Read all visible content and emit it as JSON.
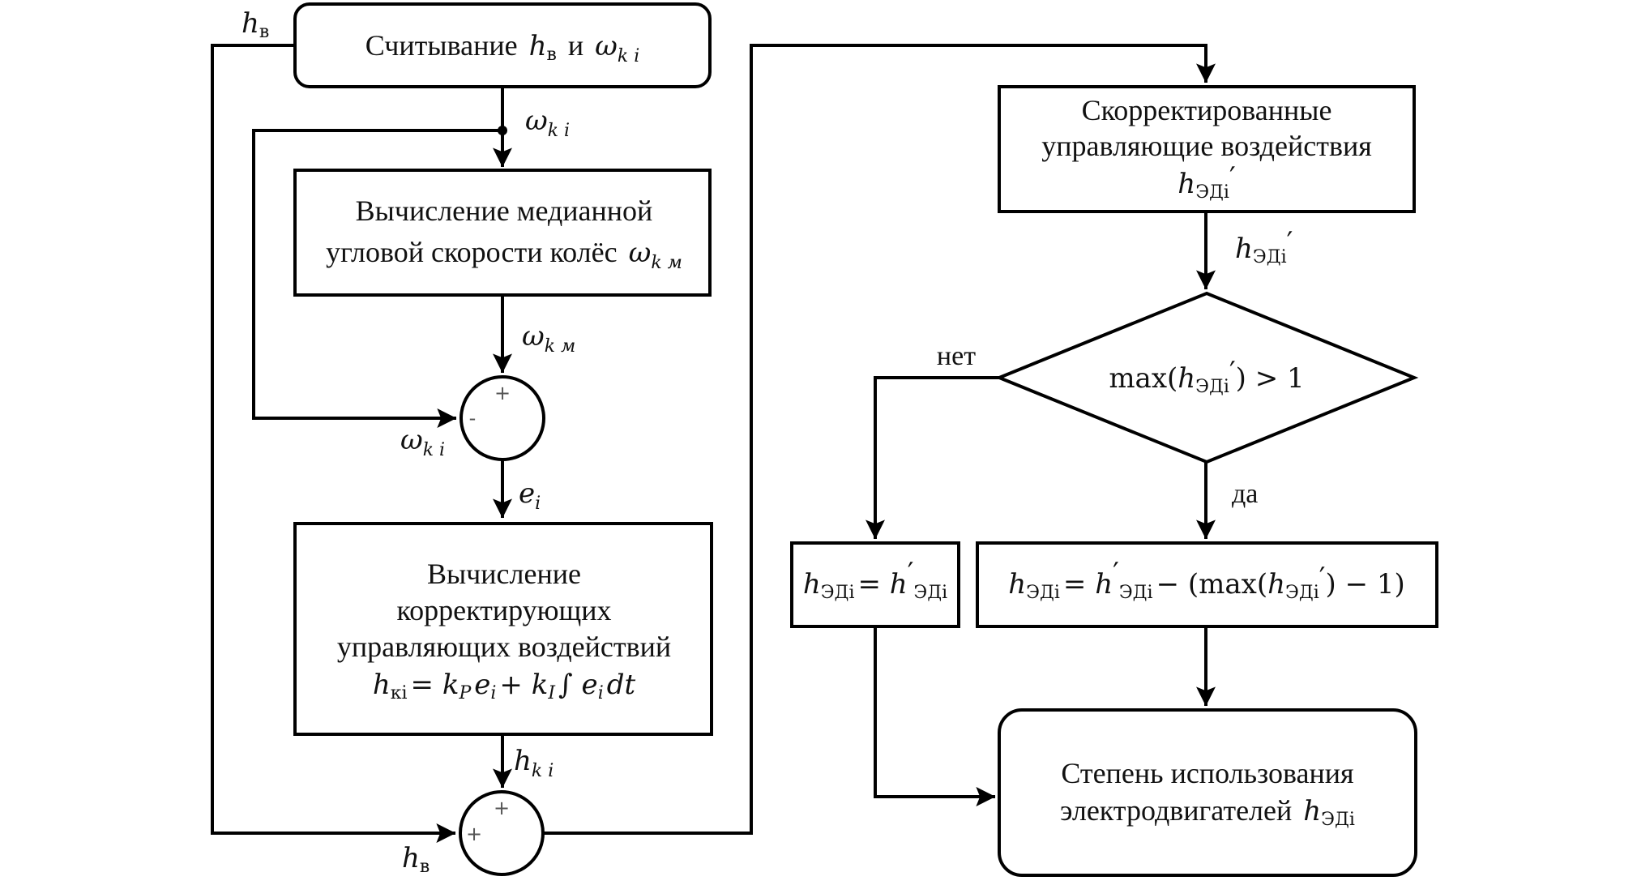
{
  "title": "Алгоритм коррекции управляющих воздействий электродвигателей",
  "blocks": {
    "read": {
      "text": "Считывание",
      "var1": "h",
      "var1_sub": "в",
      "conj": "и",
      "var2": "ω",
      "var2_sub": "k i"
    },
    "median": {
      "line1": "Вычисление медианной",
      "line2": "угловой скорости колёс",
      "var": "ω",
      "var_sub": "k м"
    },
    "correct": {
      "line1": "Вычисление",
      "line2": "корректирующих",
      "line3": "управляющих воздействий",
      "formula": "h",
      "formula_sub": "кi",
      "formula_rest": " = k",
      "formula_kp_sub": "P",
      "formula_ei": "e",
      "formula_ei_sub": "i",
      "formula_plus": " + k",
      "formula_ki_sub": "I",
      "formula_int": " ∫ e",
      "formula_int_sub": "i",
      "formula_dt": "dt"
    },
    "corrected": {
      "line1": "Скорректированные",
      "line2": "управляющие воздействия",
      "var": "h",
      "var_sub": "ЭДi",
      "prime": "′"
    },
    "decision": {
      "func": "max(",
      "var": "h",
      "var_sub": "ЭДi",
      "prime": "′",
      "rest": ") > 1"
    },
    "no_assign": {
      "lhs": "h",
      "lhs_sub": "ЭДi",
      "eq": " = ",
      "rhs": "h",
      "rhs_sup": "′",
      "rhs_sub": "ЭДi"
    },
    "yes_assign": {
      "lhs": "h",
      "lhs_sub": "ЭДi",
      "eq": " = ",
      "rhs": "h",
      "rhs_sup": "′",
      "rhs_sub": "ЭДi",
      "rest1": " − (max(",
      "var": "h",
      "var_sub": "ЭДi",
      "prime": "′",
      "rest2": ") − 1)"
    },
    "result": {
      "line1": "Степень использования",
      "line2": "электродвигателей",
      "var": "h",
      "var_sub": "ЭДi"
    }
  },
  "signals": {
    "hv_top": {
      "var": "h",
      "sub": "в"
    },
    "omega_ki_top": {
      "var": "ω",
      "sub": "k i"
    },
    "omega_km": {
      "var": "ω",
      "sub": "k м"
    },
    "omega_ki_loop": {
      "var": "ω",
      "sub": "k i"
    },
    "e_i": {
      "var": "e",
      "sub": "i"
    },
    "h_ki": {
      "var": "h",
      "sub": "k i"
    },
    "hv_bottom": {
      "var": "h",
      "sub": "в"
    },
    "h_ed_prime": {
      "var": "h",
      "sub": "ЭДi",
      "prime": "′"
    }
  },
  "summators": {
    "error": {
      "top_sign": "+",
      "left_sign": "-"
    },
    "output": {
      "top_sign": "+",
      "left_sign": "+"
    }
  },
  "branches": {
    "no": "нет",
    "yes": "да"
  }
}
